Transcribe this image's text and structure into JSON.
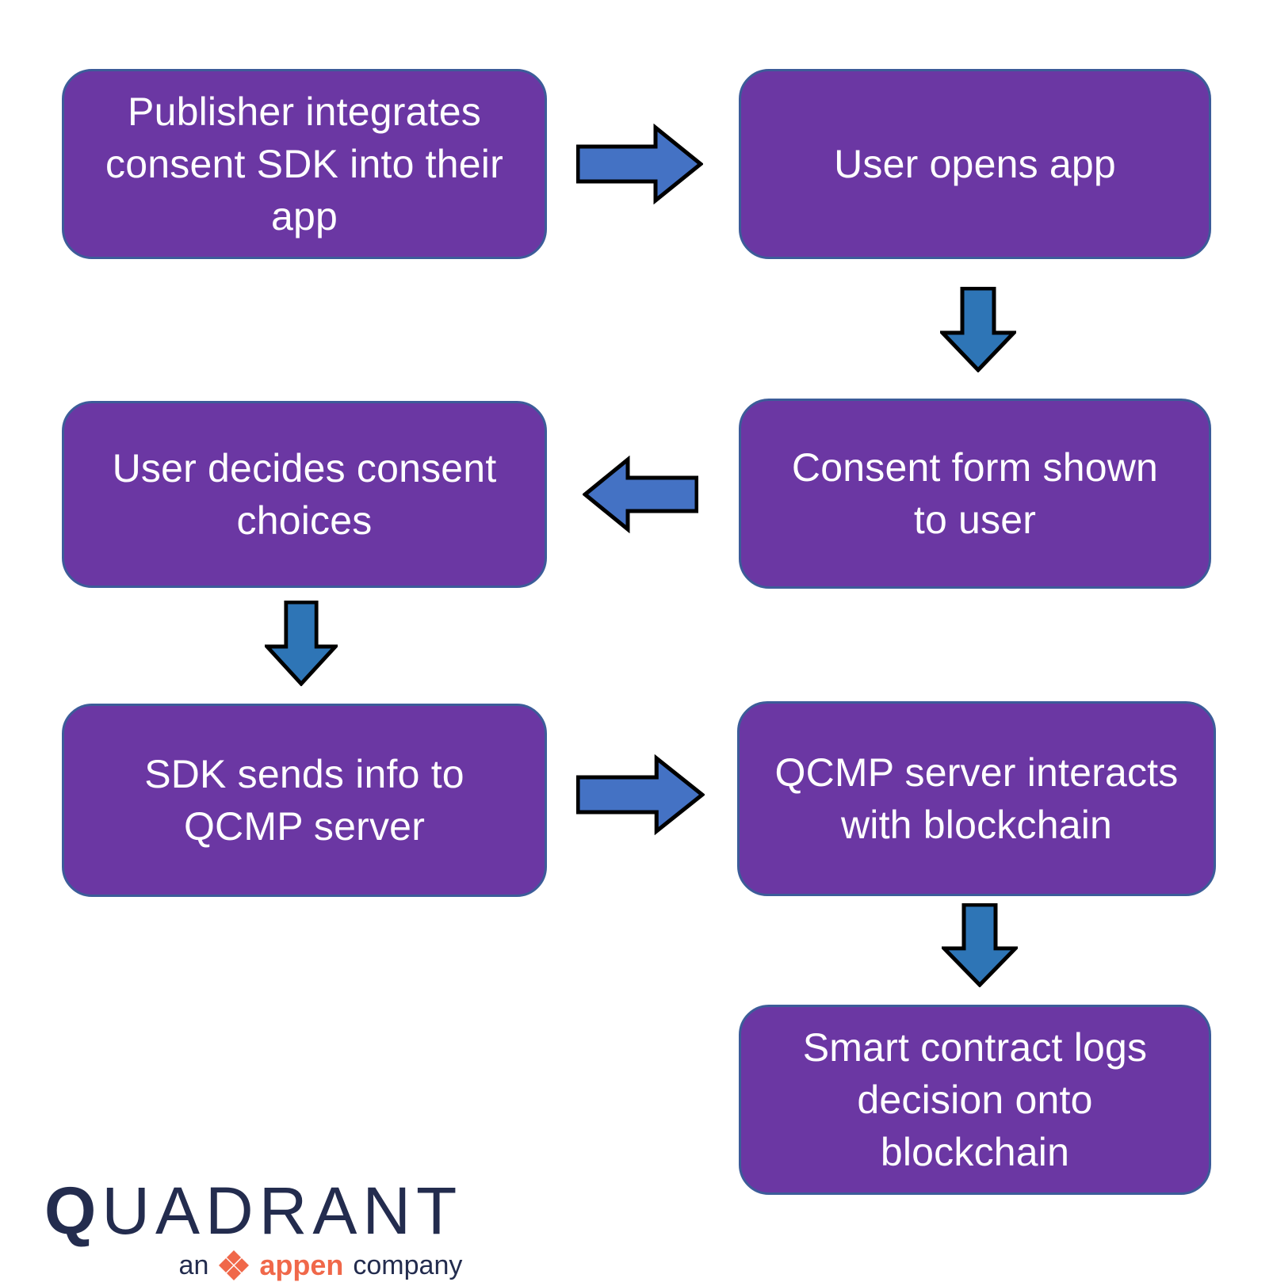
{
  "diagram": {
    "colors": {
      "box_fill": "#6B37A3",
      "box_border": "#3C5C99",
      "box_text": "#FFFFFF",
      "arrow_horizontal": "#4472C4",
      "arrow_vertical": "#2E75B6",
      "arrow_outline": "#000000"
    },
    "boxes": [
      {
        "id": "publisher-integrates-sdk",
        "label": "Publisher integrates\nconsent SDK into their\napp"
      },
      {
        "id": "user-opens-app",
        "label": "User opens app"
      },
      {
        "id": "consent-form-shown",
        "label": "Consent form shown\nto user"
      },
      {
        "id": "user-decides-consent",
        "label": "User decides consent\nchoices"
      },
      {
        "id": "sdk-sends-info",
        "label": "SDK sends info to\nQCMP server"
      },
      {
        "id": "qcmp-server-blockchain",
        "label": "QCMP server interacts\nwith blockchain"
      },
      {
        "id": "smart-contract-logs",
        "label": "Smart contract logs\ndecision onto\nblockchain"
      }
    ],
    "arrows": [
      {
        "from": "publisher-integrates-sdk",
        "to": "user-opens-app",
        "direction": "right"
      },
      {
        "from": "user-opens-app",
        "to": "consent-form-shown",
        "direction": "down"
      },
      {
        "from": "consent-form-shown",
        "to": "user-decides-consent",
        "direction": "left"
      },
      {
        "from": "user-decides-consent",
        "to": "sdk-sends-info",
        "direction": "down"
      },
      {
        "from": "sdk-sends-info",
        "to": "qcmp-server-blockchain",
        "direction": "right"
      },
      {
        "from": "qcmp-server-blockchain",
        "to": "smart-contract-logs",
        "direction": "down"
      }
    ]
  },
  "logo": {
    "brand_initial": "Q",
    "brand_rest": "UADRANT",
    "tagline_prefix": "an",
    "tagline_brand": "appen",
    "tagline_suffix": "company",
    "colors": {
      "navy": "#232C4E",
      "orange": "#F0684A"
    }
  }
}
